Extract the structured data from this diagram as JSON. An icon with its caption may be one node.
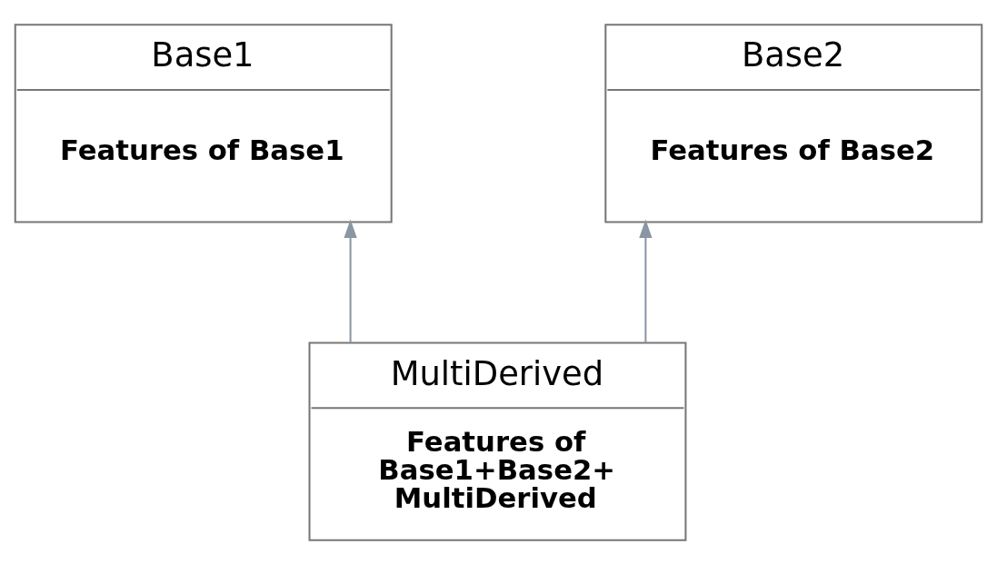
{
  "diagram": {
    "nodes": [
      {
        "text": [
          "Base1",
          "Features of Base1"
        ]
      },
      {
        "text": [
          "Base2",
          "Features of Base2"
        ]
      },
      {
        "text": [
          "MultiDerived",
          "Features of Base1+Base2+ MultiDerived"
        ]
      }
    ],
    "edges": [
      {
        "from": 2,
        "to": 0,
        "arrow": "to"
      },
      {
        "from": 2,
        "to": 1,
        "arrow": "to"
      }
    ]
  }
}
